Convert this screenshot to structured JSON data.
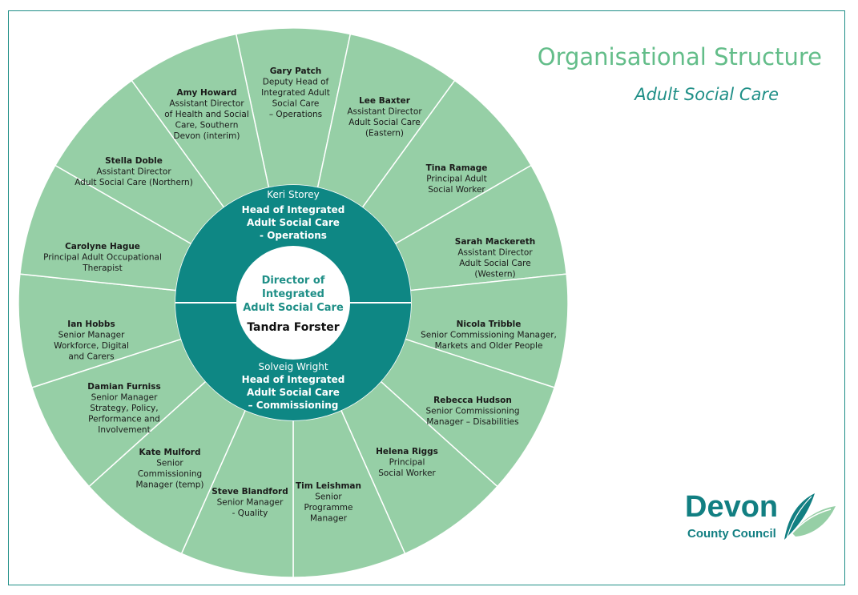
{
  "title": "Organisational Structure",
  "subtitle": "Adult Social Care",
  "colors": {
    "outer_ring": "#96cfa6",
    "outer_stroke": "#ffffff",
    "middle_ring": "#0e8784",
    "center": "#ffffff",
    "title": "#63bd89",
    "accent": "#1f8f87"
  },
  "center": {
    "role_lines": [
      "Director of",
      "Integrated",
      "Adult Social Care"
    ],
    "name": "Tandra Forster"
  },
  "upper_head": {
    "name": "Keri Storey",
    "role_lines": [
      "Head of Integrated",
      "Adult Social Care",
      "- Operations"
    ]
  },
  "lower_head": {
    "name": "Solveig Wright",
    "role_lines": [
      "Head of Integrated",
      "Adult Social Care",
      "– Commissioning"
    ]
  },
  "segments": [
    {
      "name": "Gary Patch",
      "role_lines": [
        "Deputy Head of",
        "Integrated Adult",
        "Social Care",
        "– Operations"
      ]
    },
    {
      "name": "Lee Baxter",
      "role_lines": [
        "Assistant Director",
        "Adult Social Care",
        "(Eastern)"
      ]
    },
    {
      "name": "Tina Ramage",
      "role_lines": [
        "Principal Adult",
        "Social Worker"
      ]
    },
    {
      "name": "Sarah Mackereth",
      "role_lines": [
        "Assistant Director",
        "Adult Social Care",
        "(Western)"
      ]
    },
    {
      "name": "Nicola Tribble",
      "role_lines": [
        "Senior Commissioning Manager,",
        "Markets and Older People"
      ]
    },
    {
      "name": "Rebecca Hudson",
      "role_lines": [
        "Senior Commissioning",
        "Manager – Disabilities"
      ]
    },
    {
      "name": "Helena Riggs",
      "role_lines": [
        "Principal",
        "Social Worker"
      ]
    },
    {
      "name": "Tim Leishman",
      "role_lines": [
        "Senior",
        "Programme",
        "Manager"
      ]
    },
    {
      "name": "Steve Blandford",
      "role_lines": [
        "Senior Manager",
        "- Quality"
      ]
    },
    {
      "name": "Kate Mulford",
      "role_lines": [
        "Senior",
        "Commissioning",
        "Manager (temp)"
      ]
    },
    {
      "name": "Damian Furniss",
      "role_lines": [
        "Senior Manager",
        "Strategy, Policy,",
        "Performance and",
        "Involvement"
      ]
    },
    {
      "name": "Ian Hobbs",
      "role_lines": [
        "Senior Manager",
        "Workforce, Digital",
        "and Carers"
      ]
    },
    {
      "name": "Carolyne Hague",
      "role_lines": [
        "Principal Adult Occupational",
        "Therapist"
      ]
    },
    {
      "name": "Stella Doble",
      "role_lines": [
        "Assistant Director",
        "Adult Social Care (Northern)"
      ]
    },
    {
      "name": "Amy Howard",
      "role_lines": [
        "Assistant Director",
        "of Health and Social",
        "Care, Southern",
        "Devon (interim)"
      ]
    }
  ],
  "logo": {
    "word": "Devon",
    "subtitle": "County Council"
  }
}
